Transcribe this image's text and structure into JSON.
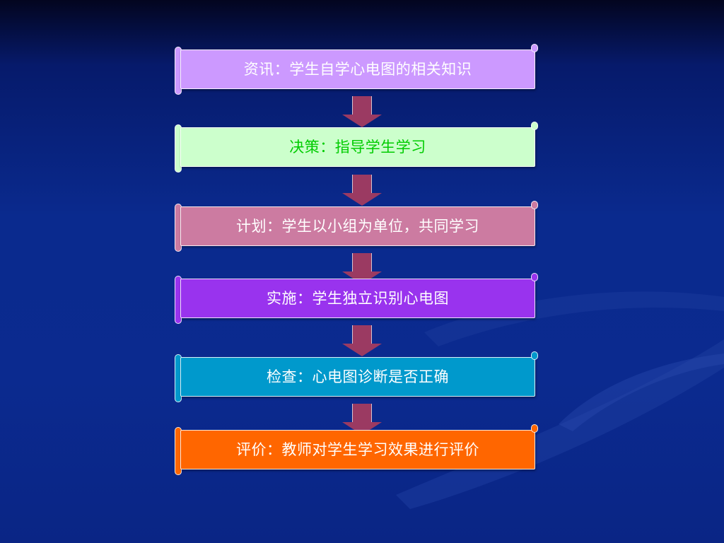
{
  "steps": [
    {
      "text": "资讯：学生自学心电图的相关知识",
      "fill": "#cc99ff",
      "text_color": "#ffffff"
    },
    {
      "text": "决策：指导学生学习",
      "fill": "#ccffcc",
      "text_color": "#00cc00"
    },
    {
      "text": "计划：学生以小组为单位，共同学习",
      "fill": "#cc7ba1",
      "text_color": "#ffffff"
    },
    {
      "text": "实施：学生独立识别心电图",
      "fill": "#9933ee",
      "text_color": "#ffffff"
    },
    {
      "text": "检查：心电图诊断是否正确",
      "fill": "#0099cc",
      "text_color": "#ffffff"
    },
    {
      "text": "评价：教师对学生学习效果进行评价",
      "fill": "#ff6600",
      "text_color": "#ffffff"
    }
  ],
  "colors": {
    "arrow": "#9b3a62"
  }
}
